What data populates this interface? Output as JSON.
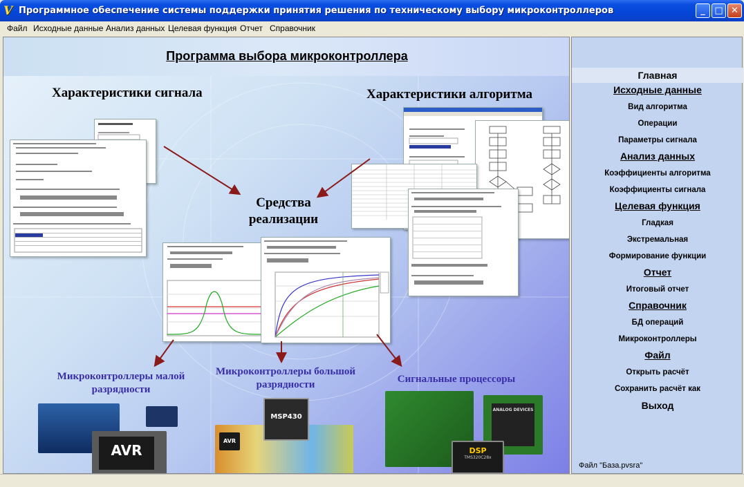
{
  "window": {
    "title": "Программное обеспечение системы поддержки принятия решения по техническому выбору микроконтроллеров",
    "app_icon_glyph": "V",
    "controls": {
      "minimize": "_",
      "maximize": "□",
      "close": "✕"
    }
  },
  "menu": [
    "Файл",
    "Исходные данные",
    "Анализ данных",
    "Целевая функция",
    "Отчет",
    "Справочник"
  ],
  "main": {
    "title": "Программа выбора микроконтроллера",
    "signal_heading": "Характеристики сигнала",
    "algorithm_heading": "Характеристики алгоритма",
    "center_line1": "Средства",
    "center_line2": "реализации",
    "cat1_line1": "Микроконтроллеры малой",
    "cat1_line2": "разрядности",
    "cat2_line1": "Микроконтроллеры большой",
    "cat2_line2": "разрядности",
    "cat3": "Сигнальные процессоры",
    "chip_labels": {
      "avr": "AVR",
      "avr2": "AVR",
      "msp": "MSP430",
      "dsp": "DSP",
      "dsp_sub": "TMS320C28x",
      "analog": "ANALOG DEVICES"
    }
  },
  "sidebar": {
    "home": "Главная",
    "sections": [
      {
        "title": "Исходные данные",
        "items": [
          "Вид алгоритма",
          "Операции",
          "Параметры сигнала"
        ]
      },
      {
        "title": "Анализ данных",
        "items": [
          "Коэффициенты алгоритма",
          "Коэффициенты сигнала"
        ]
      },
      {
        "title": "Целевая функция",
        "items": [
          "Гладкая",
          "Экстремальная",
          "Формирование функции"
        ]
      },
      {
        "title": "Отчет",
        "items": [
          "Итоговый отчет"
        ]
      },
      {
        "title": "Справочник",
        "items": [
          "БД операций",
          "Микроконтроллеры"
        ]
      },
      {
        "title": "Файл",
        "items": [
          "Открыть расчёт",
          "Сохранить расчёт как"
        ]
      }
    ],
    "exit": "Выход",
    "file_label": "Файл \"База.pvsra\""
  },
  "colors": {
    "titlebar": "#0a4fe0",
    "sidebar": "#c3d4f0",
    "category_text": "#3a2ea8",
    "arrow": "#8b1a1a"
  }
}
